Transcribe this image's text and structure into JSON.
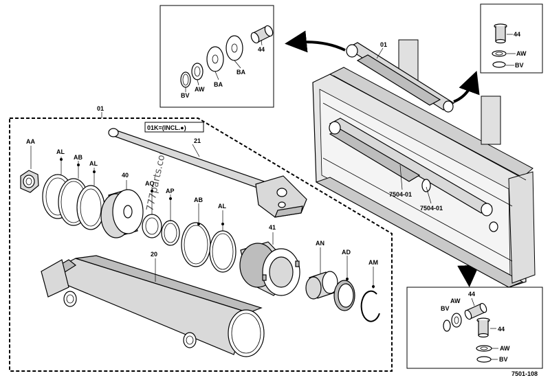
{
  "labels": {
    "part_01_main": "01",
    "part_01_top": "01",
    "kit_note": "01K=(INCL.●)",
    "aa": "AA",
    "al_1": "AL",
    "ab_1": "AB",
    "al_2": "AL",
    "p40": "40",
    "aq": "AQ",
    "ap": "AP",
    "ab_2": "AB",
    "al_3": "AL",
    "p41": "41",
    "p21": "21",
    "p20": "20",
    "an": "AN",
    "ad": "AD",
    "am": "AM",
    "bv_tl": "BV",
    "aw_tl": "AW",
    "ba_tl1": "BA",
    "ba_tl2": "BA",
    "p44_tl": "44",
    "p44_tr": "44",
    "aw_tr": "AW",
    "bv_tr": "BV",
    "ref_7504_a": "7504-01",
    "ref_7504_b": "7504-01",
    "bv_br": "BV",
    "aw_br1": "AW",
    "p44_br1": "44",
    "p44_br2": "44",
    "aw_br2": "AW",
    "bv_br2": "BV",
    "figure_id": "7501-108",
    "watermark": "777parts.com"
  },
  "icons": {
    "arrow_to_top_left": "curved-arrow-icon",
    "arrow_to_top_right": "curved-arrow-icon",
    "arrow_to_bottom_right": "curved-arrow-icon"
  }
}
